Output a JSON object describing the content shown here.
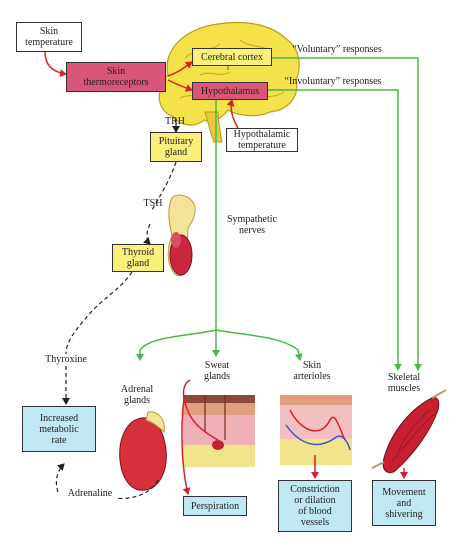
{
  "colors": {
    "green_pathway": "#4cb848",
    "red_signal": "#d8202a",
    "neural_dashed": "#222222",
    "brain_yellow": "#f5e24a",
    "thermoreceptor_pink": "#d9567a",
    "effect_blue": "#bfe8f2",
    "gland_yellow": "#fbf07a"
  },
  "boxes": {
    "skin_temperature": "Skin\ntemperature",
    "skin_thermoreceptors": "Skin\nthermoreceptors",
    "cerebral_cortex": "Cerebral cortex",
    "hypothalamus": "Hypothalamus",
    "hypothalamic_temperature": "Hypothalamic\ntemperature",
    "pituitary_gland": "Pituitary\ngland",
    "thyroid_gland": "Thyroid\ngland",
    "increased_metabolic_rate": "Increased\nmetabolic\nrate",
    "perspiration": "Perspiration",
    "constriction_dilation": "Constriction\nor dilation\nof blood\nvessels",
    "movement_shivering": "Movement\nand\nshivering"
  },
  "labels": {
    "voluntary": "“Voluntary” responses",
    "involuntary": "“Involuntary” responses",
    "trh": "TRH",
    "tsh": "TSH",
    "sympathetic_nerves": "Sympathetic\nnerves",
    "thyroxine": "Thyroxine",
    "adrenal_glands": "Adrenal\nglands",
    "sweat_glands": "Sweat\nglands",
    "skin_arterioles": "Skin\narterioles",
    "skeletal_muscles": "Skeletal\nmuscles",
    "adrenaline": "Adrenaline"
  },
  "icons": {
    "brain": "brain-icon",
    "thyroid": "thyroid-icon",
    "adrenal": "adrenal-gland-icon",
    "sweat": "sweat-gland-skin-icon",
    "arterioles": "skin-arterioles-icon",
    "muscle": "skeletal-muscle-icon"
  }
}
